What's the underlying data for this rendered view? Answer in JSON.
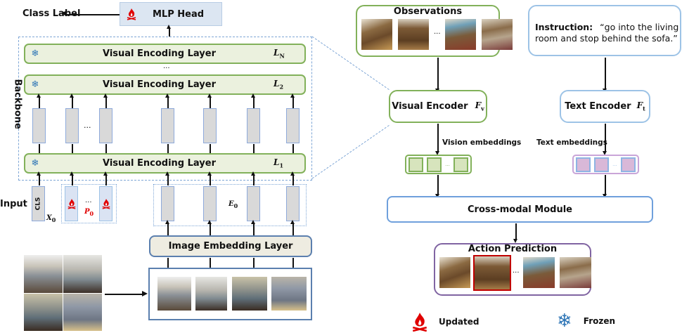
{
  "left": {
    "class_label": "Class Label",
    "mlp_head": "MLP Head",
    "backbone_label": "Backbone",
    "input_label": "Input",
    "vel_title": "Visual Encoding Layer",
    "layers": [
      {
        "label": "L",
        "sub": "N"
      },
      {
        "label": "L",
        "sub": "2"
      },
      {
        "label": "L",
        "sub": "1"
      }
    ],
    "ellipsis": "...",
    "cls_token": "CLS",
    "x0": {
      "label": "X",
      "sub": "0"
    },
    "p0": {
      "label": "P",
      "sub": "0"
    },
    "e0": {
      "label": "E",
      "sub": "0"
    },
    "image_embedding_layer": "Image Embedding Layer"
  },
  "right": {
    "observations_title": "Observations",
    "instruction_label": "Instruction:",
    "instruction_text": "“go into the living room and stop behind  the sofa.”",
    "visual_encoder": "Visual Encoder",
    "fv": {
      "label": "F",
      "sub": "v"
    },
    "text_encoder": "Text Encoder",
    "ft": {
      "label": "F",
      "sub": "t"
    },
    "vision_embeddings": "Vision embeddings",
    "text_embeddings": "Text embeddings",
    "cross_modal": "Cross-modal Module",
    "action_prediction": "Action Prediction",
    "ellipsis": "..."
  },
  "legend": {
    "updated": "Updated",
    "frozen": "Frozen"
  },
  "icons": {
    "updated": "fire-icon",
    "frozen": "snowflake-icon",
    "snow_glyph": "❄"
  },
  "colors": {
    "updated": "#e00000",
    "frozen": "#2e75b6",
    "encoding_layer_border": "#82b15a",
    "selected_action_border": "#c00000"
  }
}
